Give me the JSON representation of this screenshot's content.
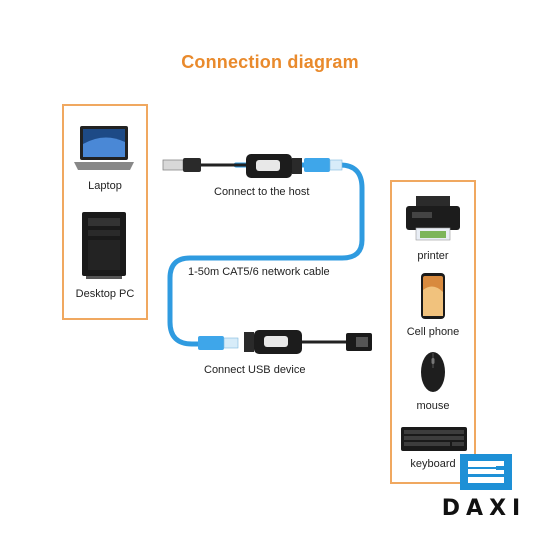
{
  "diagram": {
    "title": "Connection diagram",
    "host_devices": [
      {
        "name": "laptop",
        "label": "Laptop",
        "icon": "laptop-icon"
      },
      {
        "name": "desktop-pc",
        "label": "Desktop PC",
        "icon": "desktop-tower-icon"
      }
    ],
    "usb_devices": [
      {
        "name": "printer",
        "label": "printer",
        "icon": "printer-icon"
      },
      {
        "name": "cell-phone",
        "label": "Cell phone",
        "icon": "smartphone-icon"
      },
      {
        "name": "mouse",
        "label": "mouse",
        "icon": "mouse-icon"
      },
      {
        "name": "keyboard",
        "label": "keyboard",
        "icon": "keyboard-icon"
      }
    ],
    "captions": {
      "host": "Connect to the host",
      "cable": "1-50m CAT5/6 network cable",
      "device": "Connect USB device"
    },
    "brand": {
      "name": "DAXI",
      "logo_icon": "e-logo-icon",
      "color": "#1e90d6"
    },
    "colors": {
      "accent": "#e98a2c",
      "box_border": "#f0a860",
      "cable": "#2f9be0"
    }
  }
}
